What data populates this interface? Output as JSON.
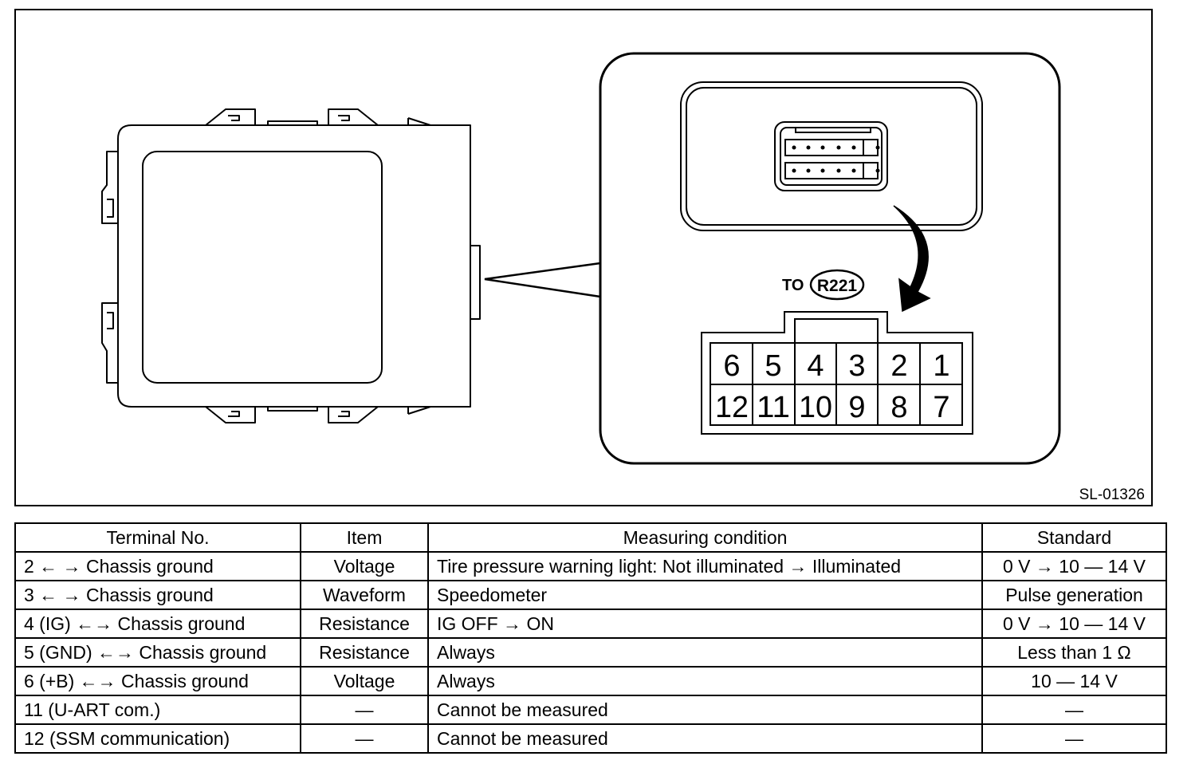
{
  "figure": {
    "code": "SL-01326",
    "connector_to_label": "TO",
    "connector_id": "R221",
    "pins_top": [
      "6",
      "5",
      "4",
      "3",
      "2",
      "1"
    ],
    "pins_bottom": [
      "12",
      "11",
      "10",
      "9",
      "8",
      "7"
    ]
  },
  "table": {
    "headers": [
      "Terminal No.",
      "Item",
      "Measuring condition",
      "Standard"
    ],
    "rows": [
      {
        "terminal": "2 ← → Chassis ground",
        "item": "Voltage",
        "condition": "Tire pressure warning light: Not illuminated → Illuminated",
        "standard": "0 V → 10 — 14 V"
      },
      {
        "terminal": "3 ← → Chassis ground",
        "item": "Waveform",
        "condition": "Speedometer",
        "standard": "Pulse generation"
      },
      {
        "terminal": "4 (IG) ←→ Chassis ground",
        "item": "Resistance",
        "condition": "IG OFF → ON",
        "standard": "0 V → 10 — 14 V"
      },
      {
        "terminal": "5 (GND) ←→ Chassis ground",
        "item": "Resistance",
        "condition": "Always",
        "standard": "Less than 1 Ω"
      },
      {
        "terminal": "6 (+B) ←→ Chassis ground",
        "item": "Voltage",
        "condition": "Always",
        "standard": "10 — 14 V"
      },
      {
        "terminal": "11 (U-ART com.)",
        "item": "—",
        "condition": "Cannot be measured",
        "standard": "—"
      },
      {
        "terminal": "12 (SSM communication)",
        "item": "—",
        "condition": "Cannot be measured",
        "standard": "—"
      }
    ]
  }
}
